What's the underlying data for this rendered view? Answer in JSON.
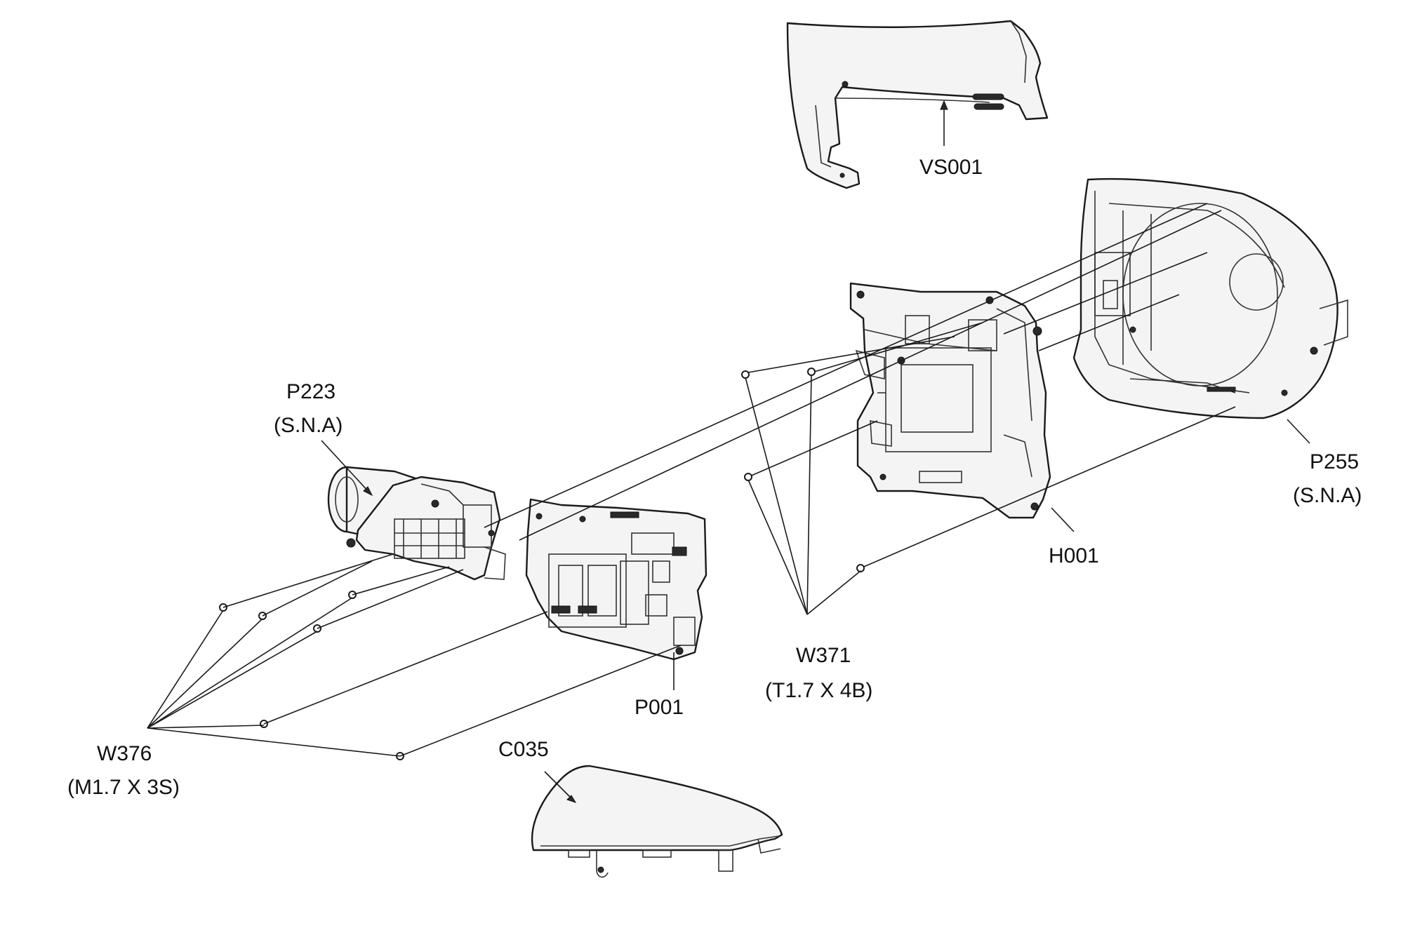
{
  "labels": {
    "vs001": "VS001",
    "p223": "P223",
    "p223_note": "(S.N.A)",
    "p255": "P255",
    "p255_note": "(S.N.A)",
    "h001": "H001",
    "p001": "P001",
    "w371": "W371",
    "w371_spec": "(T1.7 X 4B)",
    "w376": "W376",
    "w376_spec": "(M1.7 X 3S)",
    "c035": "C035"
  }
}
